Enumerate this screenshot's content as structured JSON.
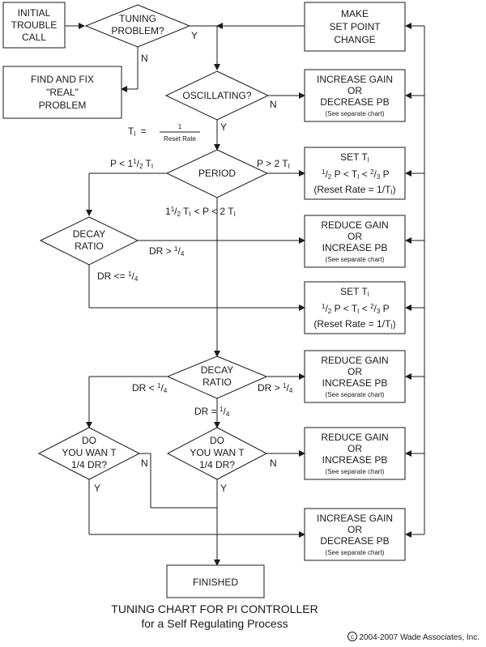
{
  "boxes": {
    "initial_call": [
      "INITIAL",
      "TROUBLE",
      "CALL"
    ],
    "find_fix": [
      "FIND AND FIX",
      "\"REAL\"",
      "PROBLEM"
    ],
    "setpoint_change": [
      "MAKE",
      "SET POINT",
      "CHANGE"
    ],
    "increase_gain_1": [
      "INCREASE GAIN",
      "OR",
      "DECREASE PB"
    ],
    "set_ti_1": {
      "title": "SET T",
      "sub": "I",
      "frac_num": "1",
      "frac_den": "2",
      "cond": "P < T",
      "cond_tail": " < ²/₃ P",
      "reset": "(Reset Rate = 1/T",
      "reset_tail": ")"
    },
    "reduce_gain_1": [
      "REDUCE GAIN",
      "OR",
      "INCREASE PB"
    ],
    "set_ti_2": {
      "title": "SET T",
      "sub": "I"
    },
    "reduce_gain_2": [
      "REDUCE GAIN",
      "OR",
      "INCREASE PB"
    ],
    "reduce_gain_3": [
      "REDUCE GAIN",
      "OR",
      "INCREASE PB"
    ],
    "increase_gain_2": [
      "INCREASE GAIN",
      "OR",
      "DECREASE PB"
    ],
    "finished": "FINISHED",
    "see_chart": "(See separate chart)"
  },
  "decisions": {
    "tuning_problem": [
      "TUNING",
      "PROBLEM?"
    ],
    "oscillating": "OSCILLATING?",
    "period": "PERIOD",
    "decay_ratio_1": [
      "DECAY",
      "RATIO"
    ],
    "decay_ratio_2": [
      "DECAY",
      "RATIO"
    ],
    "want_quarter_1": [
      "DO",
      "YOU WAN T",
      "1/4 DR?"
    ],
    "want_quarter_2": [
      "DO",
      "YOU WAN T",
      "1/4 DR?"
    ]
  },
  "labels": {
    "yes": "Y",
    "no": "N",
    "ti_eq": "T",
    "ti_sub": "I",
    "eq_sign": "=",
    "frac_one": "1",
    "reset_rate": "Reset Rate",
    "p_lt": "P < 1",
    "p_lt_sup": "1",
    "p_lt_sub": "2",
    "p_gt": "P > 2 T",
    "p_mid": "< P < 2 T",
    "dr_gt_quarter": "DR > ",
    "dr_le_quarter": "DR <= ",
    "dr_lt_quarter": "DR < ",
    "dr_eq_quarter": "DR = ",
    "frac_sup_1": "1",
    "frac_sub_4": "4"
  },
  "caption": {
    "line1": "TUNING CHART FOR PI CONTROLLER",
    "line2": "for a Self Regulating Process"
  },
  "copyright": "2004-2007 Wade Associates, Inc.",
  "copyright_symbol": "c"
}
